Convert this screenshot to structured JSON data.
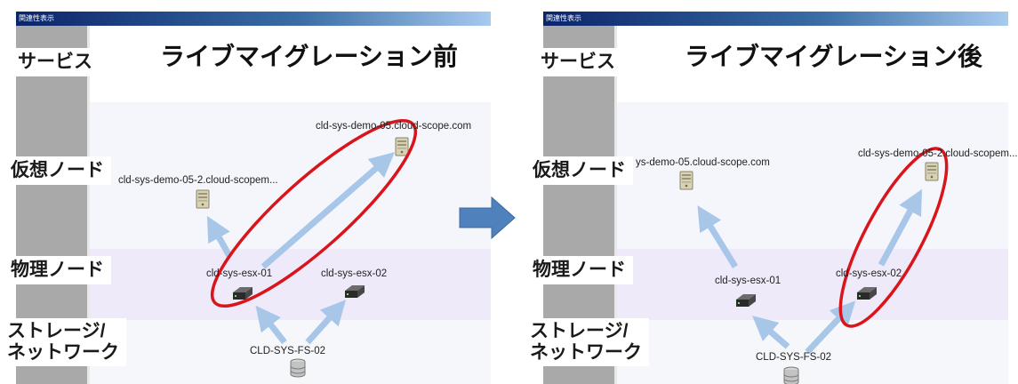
{
  "window_title": "関連性表示",
  "layers": {
    "service": "サービス",
    "virtual": "仮想ノード",
    "physical": "物理ノード",
    "storage_line1": "ストレージ/",
    "storage_line2": "ネットワーク"
  },
  "before": {
    "title": "ライブマイグレーション前",
    "vm_05": "cld-sys-demo-05.cloud-scope.com",
    "vm_05_2": "cld-sys-demo-05-2.cloud-scopem...",
    "esx_01": "cld-sys-esx-01",
    "esx_02": "cld-sys-esx-02",
    "fs": "CLD-SYS-FS-02"
  },
  "after": {
    "title": "ライブマイグレーション後",
    "vm_05": "ys-demo-05.cloud-scope.com",
    "vm_05_2": "cld-sys-demo-05-2.cloud-scopem...",
    "esx_01": "cld-sys-esx-01",
    "esx_02": "cld-sys-esx-02",
    "fs": "CLD-SYS-FS-02"
  },
  "colors": {
    "arrow": "#a7c6e8",
    "highlight": "#d9141b",
    "transition_arrow": "#4f81bd"
  },
  "icons": [
    "server-icon",
    "switch-icon",
    "database-icon"
  ]
}
